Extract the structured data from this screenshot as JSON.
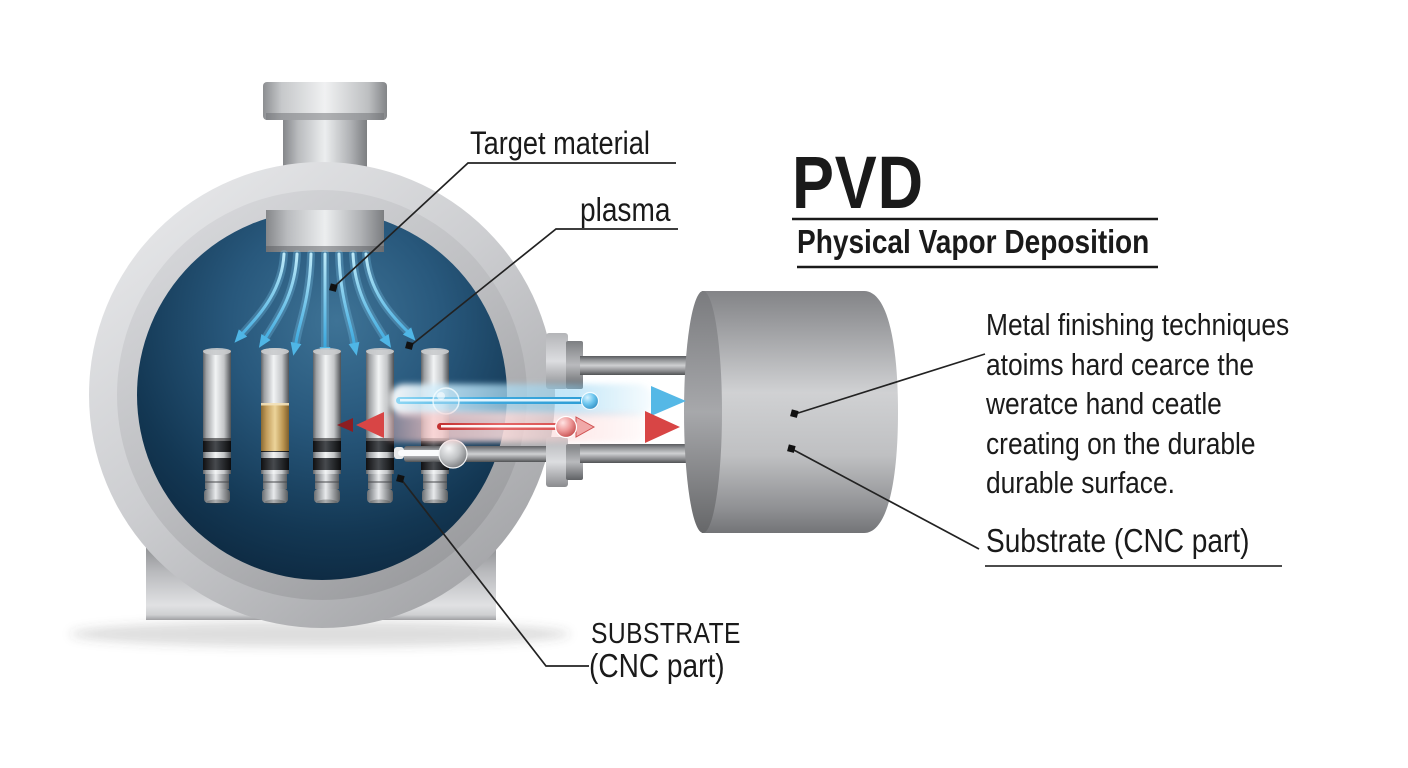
{
  "title": {
    "main": "PVD",
    "subtitle": "Physical Vapor Deposition"
  },
  "labels": {
    "target_material": "Target material",
    "plasma": "plasma",
    "substrate_left_line1": "SUBSTRATE",
    "substrate_left_line2": "(CNC part)",
    "substrate_right": "Substrate (CNC part)"
  },
  "description": {
    "line1": "Metal finishing techniques",
    "line2": "atoims hard cearce the",
    "line3": "weratce hand ceatle",
    "line4": "creating on the durable",
    "line5": "durable surface."
  },
  "colors": {
    "background": "#ffffff",
    "text": "#1a1a1a",
    "plasma_blue": "#3fa8dd",
    "beam_blue": "#55b8e6",
    "beam_red": "#d84545",
    "chamber_interior_blue": "#153b58",
    "metal_gray": "#c0c1c4",
    "gold_coating": "#c9a255"
  },
  "icons": {
    "plasma_streams": "downward-curved-arrows",
    "deposition_beam": "blue-right-arrow",
    "sputter_beam": "red-double-arrow"
  }
}
